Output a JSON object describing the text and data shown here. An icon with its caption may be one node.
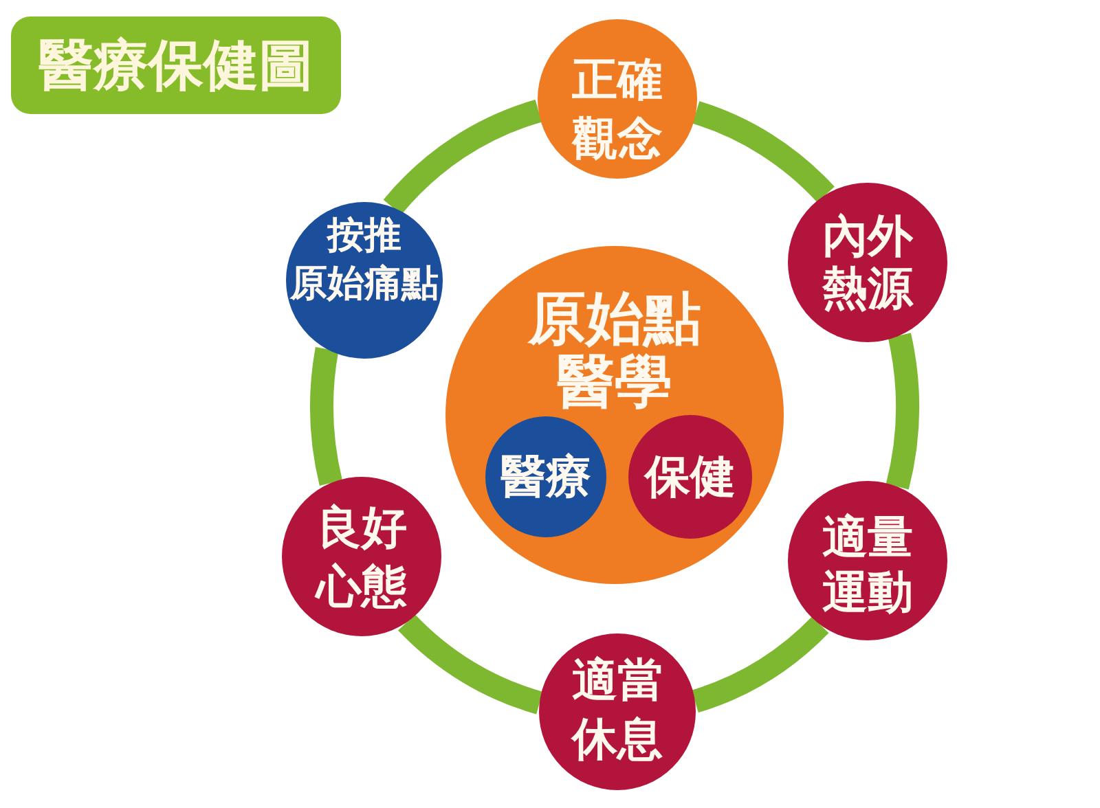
{
  "diagram": {
    "title": "醫療保健圖",
    "nodes": [
      {
        "text": [
          "正確觀念"
        ]
      },
      {
        "text": [
          "按推原始痛點"
        ]
      },
      {
        "text": [
          "內外熱源"
        ]
      },
      {
        "text": [
          "原始點醫學"
        ]
      },
      {
        "text": [
          "醫療"
        ],
        "in": 3
      },
      {
        "text": [
          "保健"
        ],
        "in": 3
      },
      {
        "text": [
          "良好心態"
        ]
      },
      {
        "text": [
          "適量運動"
        ]
      },
      {
        "text": [
          "適當休息"
        ]
      }
    ],
    "edges": [
      {
        "from": 0,
        "to": 2,
        "arrow": "none"
      },
      {
        "from": 2,
        "to": 7,
        "arrow": "none"
      },
      {
        "from": 7,
        "to": 8,
        "arrow": "none"
      },
      {
        "from": 8,
        "to": 6,
        "arrow": "none"
      },
      {
        "from": 6,
        "to": 1,
        "arrow": "none"
      },
      {
        "from": 1,
        "to": 0,
        "arrow": "none"
      }
    ]
  }
}
